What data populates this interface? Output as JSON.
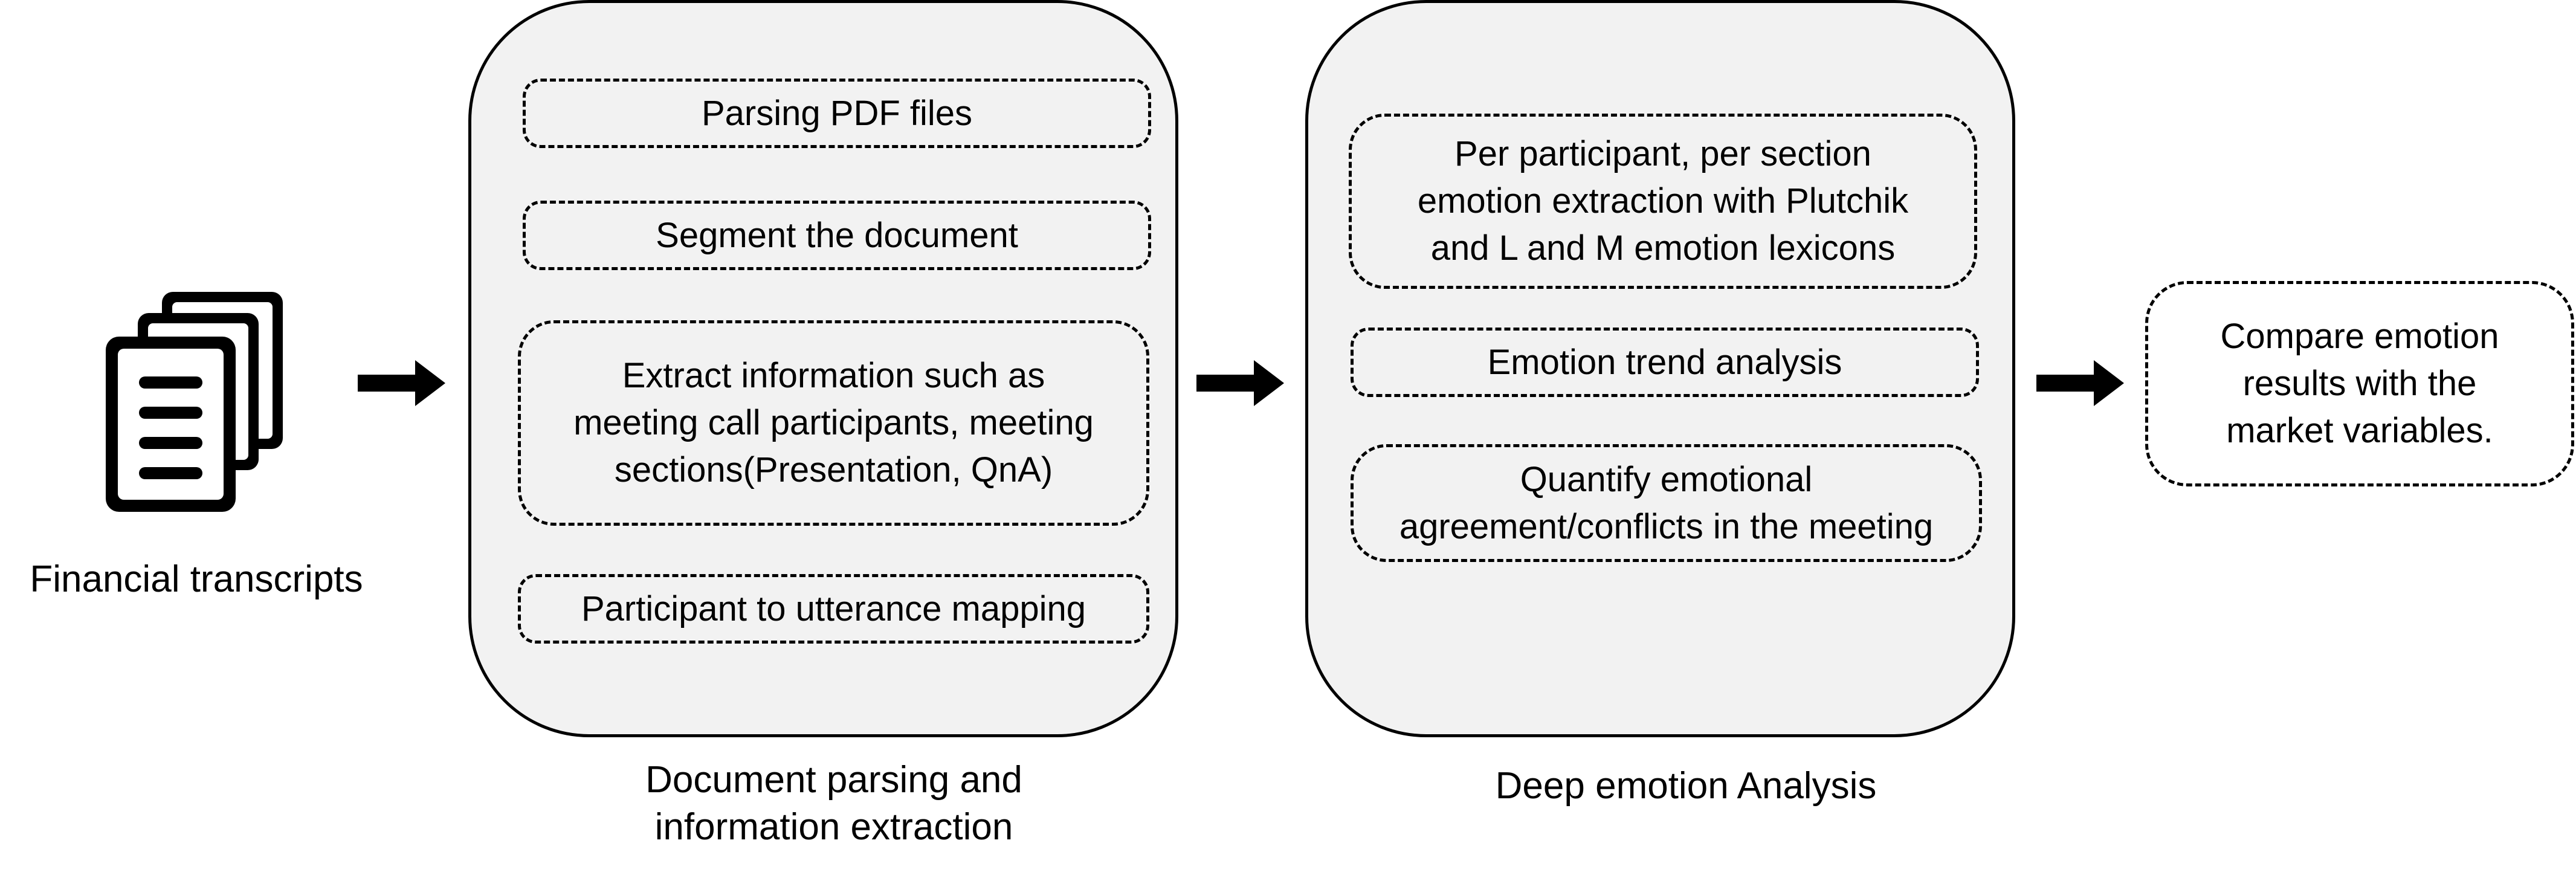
{
  "input": {
    "icon": "document-stack-icon",
    "label": "Financial transcripts"
  },
  "panel1": {
    "caption_line1": "Document parsing and",
    "caption_line2": "information extraction",
    "steps": [
      {
        "lines": [
          "Parsing PDF files"
        ]
      },
      {
        "lines": [
          "Segment the document"
        ]
      },
      {
        "lines": [
          "Extract information such as",
          "meeting call participants, meeting",
          "sections(Presentation, QnA)"
        ]
      },
      {
        "lines": [
          "Participant to utterance mapping"
        ]
      }
    ]
  },
  "panel2": {
    "caption": "Deep emotion Analysis",
    "steps": [
      {
        "lines": [
          "Per participant, per section",
          "emotion extraction with Plutchik",
          "and L and M emotion lexicons"
        ]
      },
      {
        "lines": [
          "Emotion trend analysis"
        ]
      },
      {
        "lines": [
          "Quantify emotional",
          "agreement/conflicts in the meeting"
        ]
      }
    ]
  },
  "output": {
    "lines": [
      "Compare emotion",
      "results with the",
      "market variables."
    ]
  },
  "colors": {
    "panel_fill": "#f2f2f2",
    "stroke": "#000000",
    "background": "#ffffff"
  }
}
